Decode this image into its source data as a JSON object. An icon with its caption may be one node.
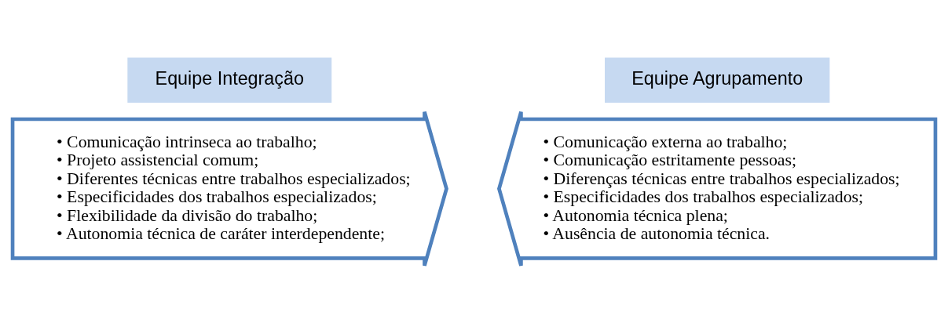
{
  "diagram": {
    "nodes": [
      {
        "text": [
          "Equipe Integração"
        ]
      },
      {
        "text": [
          "• Comunicação intrinseca ao trabalho;",
          "• Projeto assistencial comum;",
          "• Diferentes técnicas entre trabalhos especializados;",
          "• Especificidades dos trabalhos especializados;",
          "• Flexibilidade da divisão do trabalho;",
          "• Autonomia técnica de caráter interdependente;"
        ]
      },
      {
        "text": [
          "Equipe Agrupamento"
        ]
      },
      {
        "text": [
          "• Comunicação externa ao trabalho;",
          "• Comunicação estritamente pessoas;",
          "• Diferenças técnicas entre trabalhos especializados;",
          "• Especificidades dos trabalhos especializados;",
          "• Autonomia técnica plena;",
          "• Ausência de autonomia técnica."
        ]
      }
    ],
    "edges": []
  }
}
